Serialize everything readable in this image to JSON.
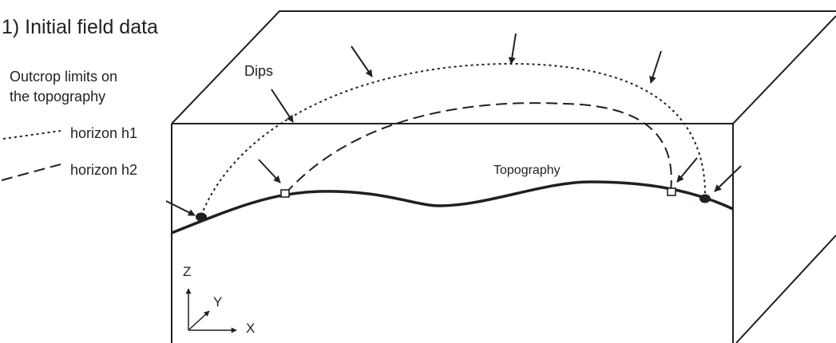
{
  "title": "1) Initial field data",
  "legend": {
    "heading_line1": "Outcrop limits on",
    "heading_line2": "the topography",
    "items": [
      {
        "label": "horizon h1",
        "line_style": "dotted"
      },
      {
        "label": "horizon h2",
        "line_style": "dashed"
      }
    ]
  },
  "labels": {
    "dips": "Dips",
    "topography": "Topography"
  },
  "axes": {
    "z": "Z",
    "y": "Y",
    "x": "X"
  },
  "colors": {
    "ink": "#231f20",
    "background": "#ffffff"
  }
}
